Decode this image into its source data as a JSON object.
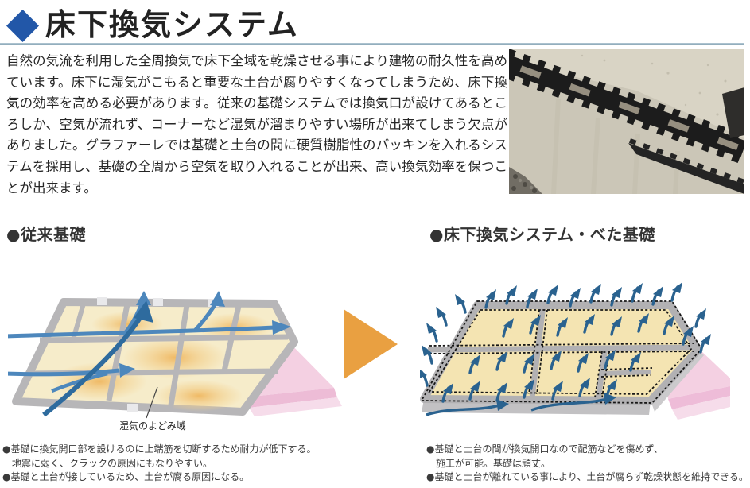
{
  "header": {
    "title": "床下換気システム"
  },
  "intro": {
    "text": "自然の気流を利用した全周換気で床下全域を乾燥させる事により建物の耐久性を高めています。床下に湿気がこもると重要な土台が腐りやすくなってしまうため、床下換気の効率を高める必要があります。従来の基礎システムでは換気口が設けてあるところしか、空気が流れず、コーナーなど湿気が溜まりやすい場所が出来てしまう欠点がありました。グラファーレでは基礎と土台の間に硬質樹脂性のパッキンを入れるシステムを採用し、基礎の全周から空気を取り入れることが出来、高い換気効率を保つことが出来ます。"
  },
  "comparison": {
    "before": {
      "heading": "●従来基礎",
      "diagram_caption": "湿気のよどみ域",
      "notes": [
        "●基礎に換気開口部を設けるのに上端筋を切断するため耐力が低下する。",
        "　地震に弱く、クラックの原因にもなりやすい。",
        "●基礎と土台が接しているため、土台が腐る原因になる。"
      ]
    },
    "after": {
      "heading": "●床下換気システム・べた基礎",
      "notes": [
        "●基礎と土台の間が換気開口なので配筋などを傷めず、",
        "　施工が可能。基礎は頑丈。",
        "●基礎と土台が離れている事により、土台が腐らず乾燥状態を維持できる。"
      ]
    }
  },
  "icons": {
    "title_bullet": "diamond",
    "transition": "right-triangle-arrow"
  },
  "colors": {
    "title_diamond": "#2257a8",
    "header_rule": "#6d8fa2",
    "airflow_light_blue": "#4d87bc",
    "airflow_dark_blue": "#2e6b9e",
    "ventilation_arrow_blue": "#2a628f",
    "transition_arrow_orange": "#e9a041",
    "floor_cream": "#f6ecca",
    "moisture_glow_orange": "#efb45a",
    "wall_gray": "#b7b6b8",
    "slab_pink": "#f4d0e2"
  }
}
